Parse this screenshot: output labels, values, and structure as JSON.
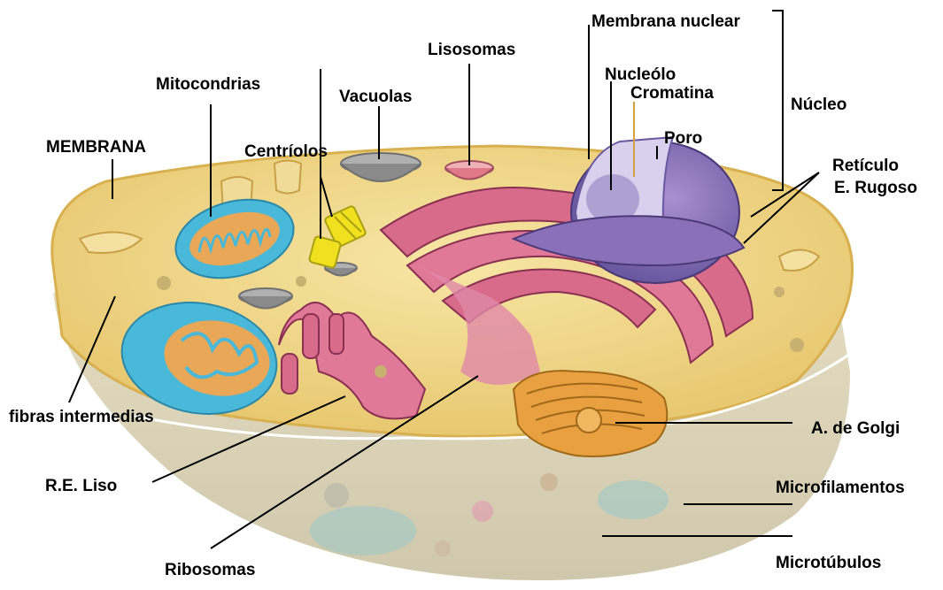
{
  "labels": {
    "membrana": "MEMBRANA",
    "mitocondrias": "Mitocondrias",
    "centriolos": "Centríolos",
    "vacuolas": "Vacuolas",
    "lisosomas": "Lisosomas",
    "membrana_nuclear": "Membrana nuclear",
    "nucleolo": "Nucleólo",
    "cromatina": "Cromatina",
    "poro": "Poro",
    "nucleo": "Núcleo",
    "reticulo": "Retículo",
    "e_rugoso": "E. Rugoso",
    "fibras_intermedias": "fibras intermedias",
    "re_liso": "R.E. Liso",
    "a_golgi": "A. de Golgi",
    "microfilamentos": "Microfilamentos",
    "ribosomas": "Ribosomas",
    "microtubulos": "Microtúbulos"
  },
  "colors": {
    "cytoplasm": "#f2d98a",
    "cell_lower": "#d8d2b8",
    "membrane_rim": "#e8c870",
    "mitochondria": "#4ab8d8",
    "mitochondria_inner": "#e8a858",
    "nucleus": "#8a70b8",
    "nucleus_cut": "#d8d0ec",
    "rough_er": "#d86a8a",
    "smooth_er": "#e07898",
    "golgi": "#e8a040",
    "centriole": "#f0e020",
    "vacuole": "#9a9a9a"
  }
}
